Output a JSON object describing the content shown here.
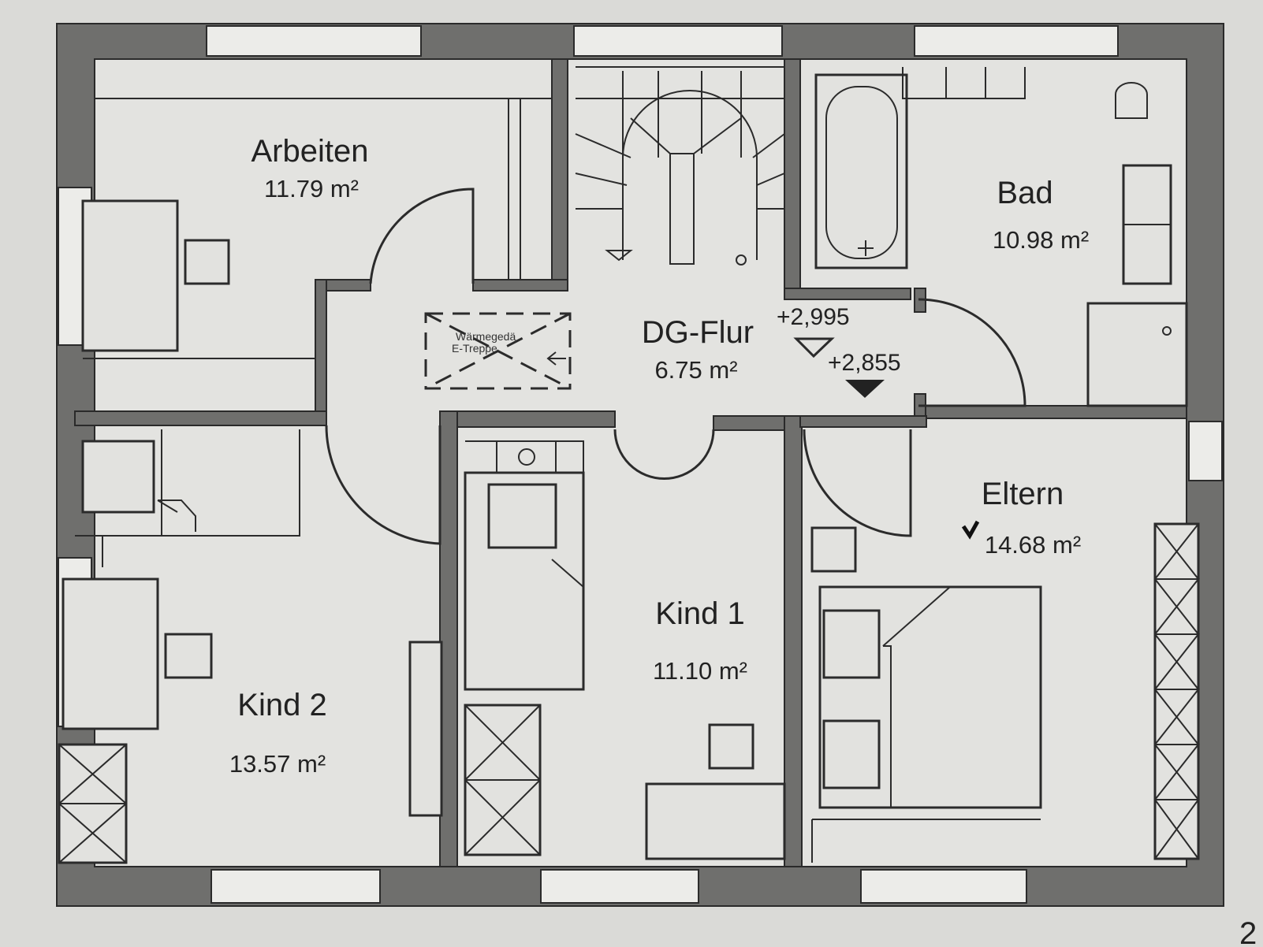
{
  "plan": {
    "rooms": [
      {
        "name": "Arbeiten",
        "area": "11.79 m²"
      },
      {
        "name": "DG-Flur",
        "area": "6.75 m²"
      },
      {
        "name": "Bad",
        "area": "10.98 m²"
      },
      {
        "name": "Kind 2",
        "area": "13.57 m²"
      },
      {
        "name": "Kind 1",
        "area": "11.10 m²"
      },
      {
        "name": "Eltern",
        "area": "14.68 m²"
      }
    ],
    "stair_note": {
      "line1": "Wärmegedä",
      "line2": "E-Treppe"
    },
    "levels": {
      "upper": "+2,995",
      "lower": "+2,855"
    },
    "page_number": "2"
  }
}
